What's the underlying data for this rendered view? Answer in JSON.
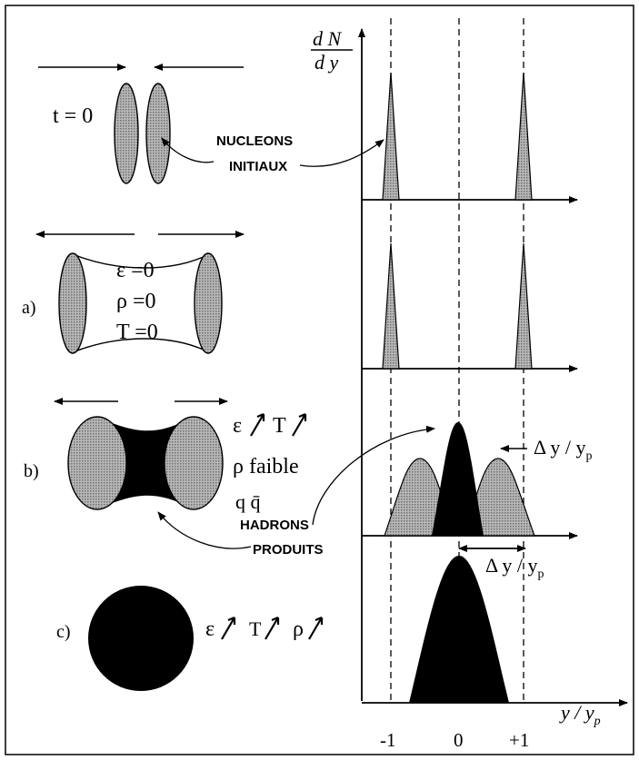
{
  "axis": {
    "ylabel_top": "d N",
    "ylabel_bottom": "d y",
    "xlabel_main": "y / y",
    "xlabel_sub": "p",
    "ticks": [
      "-1",
      "0",
      "+1"
    ]
  },
  "stages": {
    "t0": "t = 0",
    "a": "a)",
    "b": "b)",
    "c": "c)"
  },
  "labels": {
    "nucleons_line1": "NUCLEONS",
    "nucleons_line2": "INITIAUX",
    "eps_zero": "ε =0",
    "rho_zero": "ρ =0",
    "T_zero": "T =0",
    "eps_up": "ε",
    "T_up": "T",
    "rho_faible": "ρ faible",
    "q_qbar": "q q̄",
    "hadrons_line1": "HADRONS",
    "hadrons_line2": "PRODUITS",
    "c_eps": "ε",
    "c_T": "T",
    "c_rho": "ρ",
    "delta_y_1": "Δ y / y",
    "delta_y_1_sub": "p",
    "delta_y_2": "Δ y / y",
    "delta_y_2_sub": "p"
  },
  "colors": {
    "shaded": "#9a9a9a",
    "dark": "#000000",
    "line": "#000000"
  }
}
